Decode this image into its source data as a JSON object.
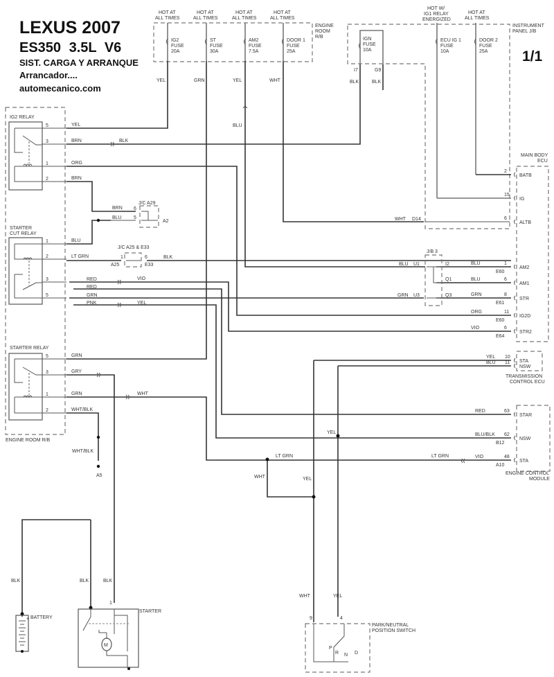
{
  "title": {
    "line1": "LEXUS 2007",
    "line2": "ES350  3.5L  V6",
    "line3": "SIST. CARGA Y ARRANQUE",
    "line4": "Arrancador....",
    "line5": "automecanico.com"
  },
  "page_indicator": "1/1",
  "engine_room_rb": {
    "label": [
      "ENGINE",
      "ROOM",
      "R/B"
    ],
    "bottom_label": "ENGINE ROOM R/B",
    "fuses": [
      {
        "supply": [
          "HOT AT",
          "ALL TIMES"
        ],
        "name": [
          "IG2",
          "FUSE",
          "20A"
        ],
        "wire": "YEL"
      },
      {
        "supply": [
          "HOT AT",
          "ALL TIMES"
        ],
        "name": [
          "ST",
          "FUSE",
          "30A"
        ],
        "wire": "GRN"
      },
      {
        "supply": [
          "HOT AT",
          "ALL TIMES"
        ],
        "name": [
          "AM2",
          "FUSE",
          "7.5A"
        ],
        "wire": "YEL"
      },
      {
        "supply": [
          "HOT AT",
          "ALL TIMES"
        ],
        "name": [
          "DOOR 1",
          "FUSE",
          "25A"
        ],
        "wire": "WHT"
      }
    ],
    "am2_lower_wire": "BLU"
  },
  "instrument_panel_jb": {
    "label": [
      "INSTRUMENT",
      "PANEL J/B"
    ],
    "ign_fuse": {
      "name": [
        "IGN",
        "FUSE",
        "10A"
      ],
      "pins": [
        "I7",
        "G9"
      ],
      "wires": [
        "BLK",
        "BLK"
      ]
    },
    "ecu_ig1_fuse": {
      "supply": [
        "HOT W/",
        "IG1 RELAY",
        "ENERGIZED"
      ],
      "name": [
        "ECU IG 1",
        "FUSE",
        "10A"
      ]
    },
    "door2_fuse": {
      "supply": [
        "HOT AT",
        "ALL TIMES"
      ],
      "name": [
        "DOOR 2",
        "FUSE",
        "25A"
      ]
    },
    "d14": {
      "wire": "WHT",
      "pin": "D14"
    }
  },
  "relays": {
    "ig2": {
      "label": "IG2 RELAY",
      "pins": [
        "5",
        "3",
        "1",
        "2"
      ],
      "wires": [
        "YEL",
        "BRN",
        "ORG",
        "BRN"
      ],
      "far_wire": "BLK"
    },
    "starter_cut": {
      "label": [
        "STARTER",
        "CUT RELAY"
      ],
      "pins": [
        "1",
        "2",
        "3",
        "5"
      ],
      "wires": [
        "BLU",
        "LT GRN",
        "RED",
        "RED",
        "GRN",
        "PNK"
      ],
      "far_wires": [
        "VIO",
        "YEL"
      ]
    },
    "starter": {
      "label": "STARTER RELAY",
      "pins": [
        "5",
        "3",
        "1",
        "2"
      ],
      "wires": [
        "GRN",
        "GRY",
        "GRN",
        "WHT/BLK"
      ],
      "far_wire": "WHT"
    }
  },
  "junctions": {
    "jc_a29": {
      "label": "J/C A29",
      "pins": [
        "6",
        "5"
      ],
      "wires": [
        "BRN",
        "BLU"
      ],
      "out": "A2"
    },
    "jc_a25_e33": {
      "label": "J/C A25 & E33",
      "pins": [
        "1",
        "6"
      ],
      "conn": [
        "A25",
        "E33"
      ],
      "out_wire": "BLK"
    },
    "jb3": {
      "label": "J/B 3",
      "pins": [
        "U1",
        "I2",
        "Q1",
        "U3",
        "Q3"
      ],
      "in_wires": [
        "BLU",
        "GRN"
      ]
    }
  },
  "main_body_ecu": {
    "label": [
      "MAIN BODY",
      "ECU"
    ],
    "terminals": [
      {
        "pin": "2",
        "name": "BATB",
        "wire": "",
        "conn": ""
      },
      {
        "pin": "15",
        "name": "IG",
        "wire": "",
        "conn": ""
      },
      {
        "pin": "6",
        "name": "ALTB",
        "wire": "",
        "conn": ""
      },
      {
        "pin": "1",
        "name": "AM2",
        "wire": "BLU",
        "conn": "E60"
      },
      {
        "pin": "6",
        "name": "AM1",
        "wire": "BLU",
        "conn": ""
      },
      {
        "pin": "8",
        "name": "STR",
        "wire": "GRN",
        "conn": "E61"
      },
      {
        "pin": "11",
        "name": "IG2D",
        "wire": "ORG",
        "conn": "E60"
      },
      {
        "pin": "6",
        "name": "STR2",
        "wire": "VIO",
        "conn": "E64"
      }
    ]
  },
  "transmission_ecu": {
    "label": [
      "TRANSMISSION",
      "CONTROL ECU"
    ],
    "terminals": [
      {
        "pin": "10",
        "name": "STA",
        "wire": "YEL"
      },
      {
        "pin": "11",
        "name": "NSW",
        "wire": "BLU"
      }
    ]
  },
  "engine_control_module": {
    "label": [
      "ENGINE CONTROL",
      "MODULE"
    ],
    "terminals": [
      {
        "pin": "63",
        "name": "STAR",
        "wire": "RED",
        "conn": ""
      },
      {
        "pin": "62",
        "name": "NSW",
        "wire": "BLU/BLK",
        "conn": "B12"
      },
      {
        "pin": "48",
        "name": "STA",
        "wire": "VIO",
        "conn": "A10",
        "far_wire": "LT GRN"
      }
    ]
  },
  "misc_wires": {
    "yel_splice": "YEL",
    "lt_grn_splice": "LT GRN",
    "wht_drop": "WHT",
    "yel_drop": "YEL",
    "wht_blk_ground": "WHT/BLK",
    "ground_a5": "A5"
  },
  "battery": {
    "label": "BATTERY",
    "wire": "BLK",
    "plus": "+"
  },
  "starter_motor": {
    "label": "STARTER",
    "pin": "1",
    "wires": [
      "BLK",
      "BLK"
    ],
    "motor": "M"
  },
  "pn_switch": {
    "label": [
      "PARK/NEUTRAL",
      "POSITION SWITCH"
    ],
    "pins": [
      "9",
      "4"
    ],
    "wires": [
      "WHT",
      "YEL"
    ],
    "positions": [
      "P",
      "R",
      "N",
      "D"
    ]
  }
}
